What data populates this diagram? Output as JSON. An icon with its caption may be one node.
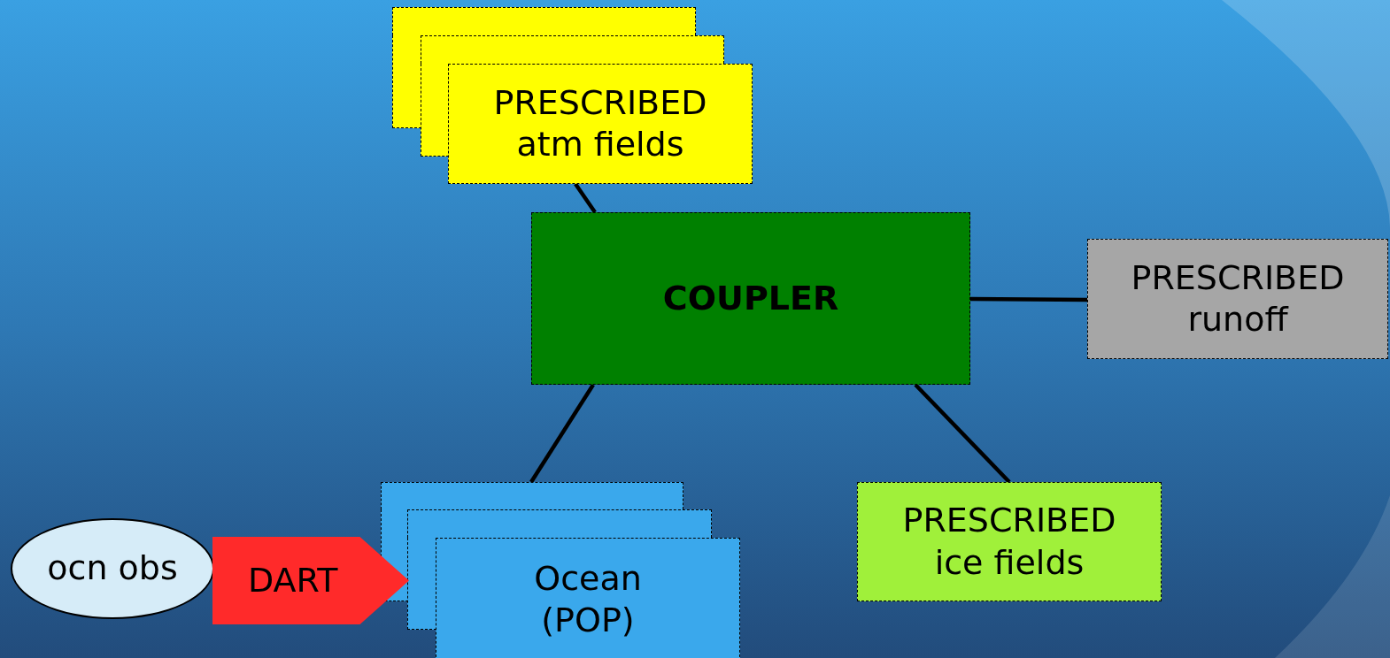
{
  "diagram": {
    "nodes": [
      {
        "text": [],
        "shape": "box"
      },
      {
        "text": [],
        "shape": "box"
      },
      {
        "text": [
          "PRESCRIBED atm fields"
        ]
      },
      {
        "text": [
          "COUPLER"
        ]
      },
      {
        "text": [
          "PRESCRIBED runoff"
        ]
      },
      {
        "text": [],
        "shape": "box"
      },
      {
        "text": [],
        "shape": "box"
      },
      {
        "text": [
          "Ocean (POP)"
        ]
      },
      {
        "text": [
          "PRESCRIBED ice fields"
        ]
      },
      {
        "text": [
          "ocn obs"
        ]
      },
      {
        "text": [
          "DART"
        ]
      }
    ],
    "edges": [
      {
        "from": 2,
        "to": 3,
        "arrow": "none"
      },
      {
        "from": 3,
        "to": 4,
        "arrow": "none"
      },
      {
        "from": 3,
        "to": 5,
        "arrow": "none"
      },
      {
        "from": 3,
        "to": 8,
        "arrow": "none"
      }
    ]
  }
}
